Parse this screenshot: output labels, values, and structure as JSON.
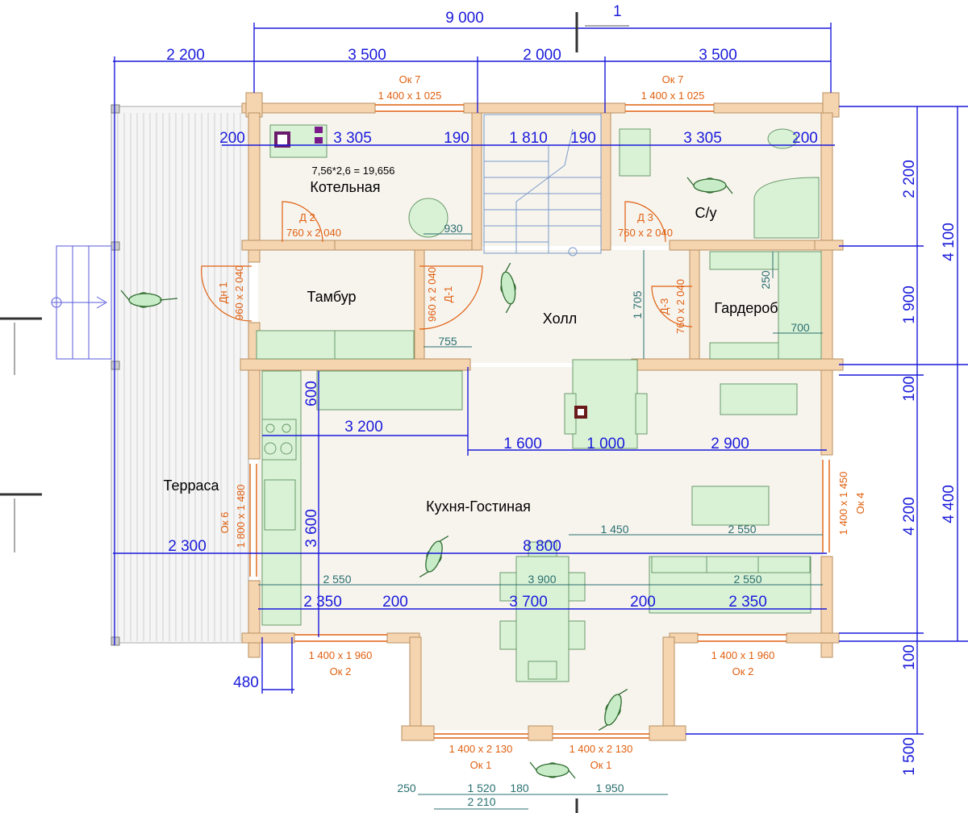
{
  "rooms": {
    "boiler": "Котельная",
    "boiler_calc": "7,56*2,6 = 19,656",
    "vestibule": "Тамбур",
    "hall": "Холл",
    "wc": "С/у",
    "wardrobe": "Гардероб",
    "terrace": "Терраса",
    "kitchen_living": "Кухня-Гостиная"
  },
  "section_mark": "1",
  "dims": {
    "top_total": "9 000",
    "top_2200": "2 200",
    "top_3500a": "3 500",
    "top_2000": "2 000",
    "top_3500b": "3 500",
    "r1_200a": "200",
    "r1_3305a": "3 305",
    "r1_190a": "190",
    "r1_1810": "1 810",
    "r1_190b": "190",
    "r1_3305b": "3 305",
    "r1_200b": "200",
    "right_2200": "2 200",
    "right_4100": "4 100",
    "right_1900": "1 900",
    "right_100a": "100",
    "right_4200": "4 200",
    "right_4400": "4 400",
    "right_100b": "100",
    "right_1500": "1 500",
    "k_600": "600",
    "k_3200": "3 200",
    "k_1600": "1 600",
    "k_1000": "1 000",
    "k_2900": "2 900",
    "k_3600": "3 600",
    "k_2300": "2 300",
    "k_8800": "8 800",
    "b_2350a": "2 350",
    "b_200a": "200",
    "b_3700": "3 700",
    "b_200b": "200",
    "b_2350b": "2 350",
    "b_480": "480",
    "s_930": "930",
    "s_755": "755",
    "s_1705": "1 705",
    "s_250a": "250",
    "s_700": "700",
    "s_1450": "1 450",
    "s_2550a": "2 550",
    "s_2550b": "2 550",
    "s_3900": "3 900",
    "s_2550c": "2 550",
    "s_250b": "250",
    "s_1520": "1 520",
    "s_180": "180",
    "s_1950": "1 950",
    "s_2210": "2 210"
  },
  "windows": {
    "ok7_left_name": "Ок 7",
    "ok7_left_size": "1 400 x 1 025",
    "ok7_right_name": "Ок 7",
    "ok7_right_size": "1 400 x 1 025",
    "ok6_name": "Ок 6",
    "ok6_size": "1 800 x 1 480",
    "ok4_name": "Ок 4",
    "ok4_size": "1 400 x 1 450",
    "ok2_left_name": "Ок 2",
    "ok2_left_size": "1 400 x 1 960",
    "ok2_right_name": "Ок 2",
    "ok2_right_size": "1 400 x 1 960",
    "ok1_left_name": "Ок 1",
    "ok1_left_size": "1 400 x 2 130",
    "ok1_right_name": "Ок 1",
    "ok1_right_size": "1 400 x 2 130"
  },
  "doors": {
    "d2_name": "Д 2",
    "d2_size": "760 x 2 040",
    "d3_name": "Д 3",
    "d3_size": "760 x 2 040",
    "dn1_name": "Дн 1",
    "dn1_size": "960 x 2 040",
    "d1_name": "Д-1",
    "d1_size": "960 x 2 040",
    "d3b_name": "Д-3",
    "d3b_size": "760 x 2 040"
  }
}
